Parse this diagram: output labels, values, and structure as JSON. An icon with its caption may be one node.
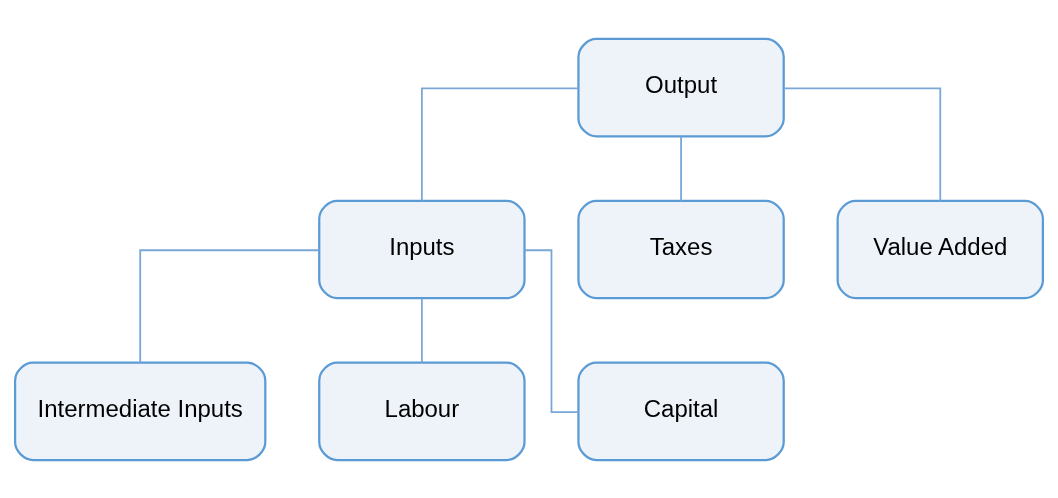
{
  "diagram": {
    "nodes": [
      {
        "text": [
          "Output"
        ]
      },
      {
        "text": [
          "Inputs"
        ]
      },
      {
        "text": [
          "Taxes"
        ]
      },
      {
        "text": [
          "Value Added"
        ]
      },
      {
        "text": [
          "Intermediate Inputs"
        ]
      },
      {
        "text": [
          "Labour"
        ]
      },
      {
        "text": [
          "Capital"
        ]
      }
    ],
    "edges": [
      {
        "from": 0,
        "to": 1,
        "arrow": "none"
      },
      {
        "from": 0,
        "to": 2,
        "arrow": "none"
      },
      {
        "from": 0,
        "to": 3,
        "arrow": "none"
      },
      {
        "from": 1,
        "to": 4,
        "arrow": "none"
      },
      {
        "from": 1,
        "to": 5,
        "arrow": "none"
      },
      {
        "from": 1,
        "to": 6,
        "arrow": "none"
      }
    ]
  }
}
